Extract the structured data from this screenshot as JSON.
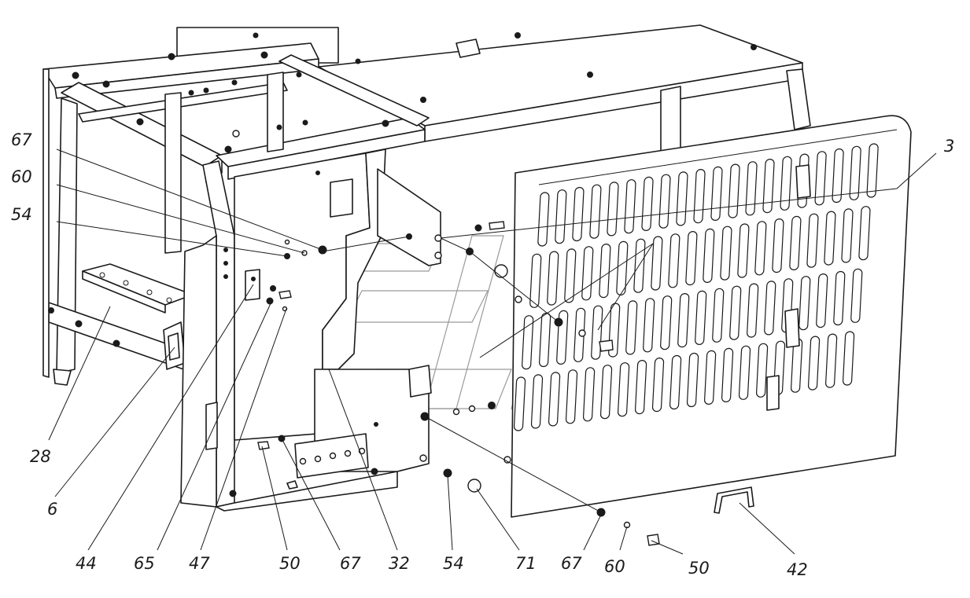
{
  "callouts": [
    {
      "id": "c67a",
      "label": "67"
    },
    {
      "id": "c60a",
      "label": "60"
    },
    {
      "id": "c54a",
      "label": "54"
    },
    {
      "id": "c3",
      "label": "3"
    },
    {
      "id": "c28",
      "label": "28"
    },
    {
      "id": "c6",
      "label": "6"
    },
    {
      "id": "c44",
      "label": "44"
    },
    {
      "id": "c65",
      "label": "65"
    },
    {
      "id": "c47",
      "label": "47"
    },
    {
      "id": "c50a",
      "label": "50"
    },
    {
      "id": "c67b",
      "label": "67"
    },
    {
      "id": "c32",
      "label": "32"
    },
    {
      "id": "c54b",
      "label": "54"
    },
    {
      "id": "c71",
      "label": "71"
    },
    {
      "id": "c67c",
      "label": "67"
    },
    {
      "id": "c60b",
      "label": "60"
    },
    {
      "id": "c50b",
      "label": "50"
    },
    {
      "id": "c42",
      "label": "42"
    }
  ],
  "colors": {
    "line": "#1a1a1a",
    "background": "#ffffff",
    "watermark": "#9a9a9a"
  }
}
